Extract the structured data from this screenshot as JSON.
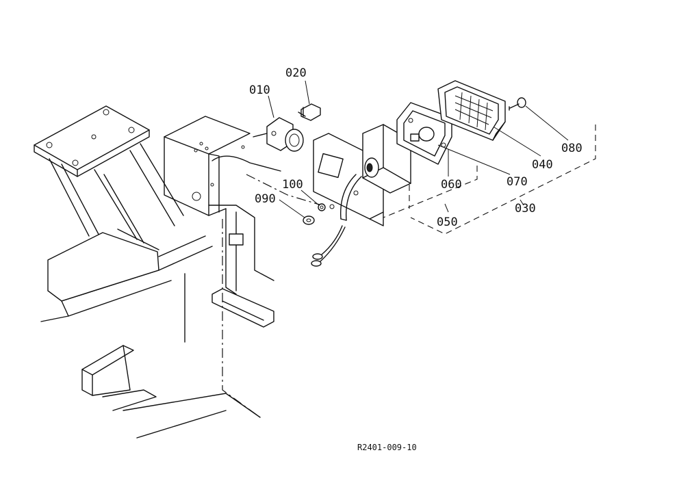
{
  "callouts": [
    "010",
    "020",
    "100",
    "090",
    "060",
    "050",
    "070",
    "030",
    "040",
    "080"
  ],
  "reference_code": "R2401-009-10"
}
